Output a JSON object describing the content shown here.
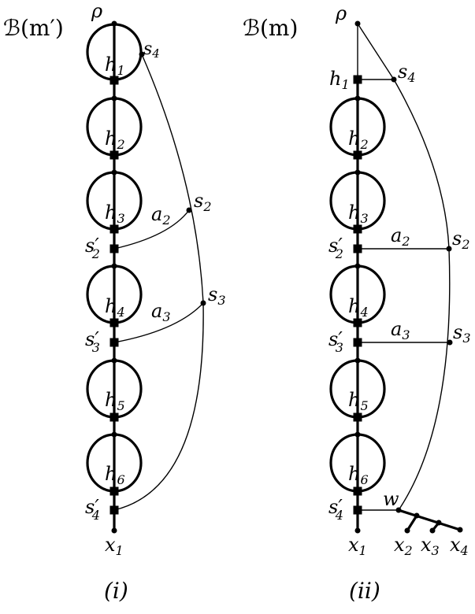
{
  "left": {
    "title": "ℬ(m′)",
    "caption": "(i)",
    "labels": {
      "rho": "ρ",
      "s4": "s",
      "s4_sub": "4",
      "h1": "h",
      "h1_sub": "1",
      "h2": "h",
      "h2_sub": "2",
      "h3": "h",
      "h3_sub": "3",
      "h4": "h",
      "h4_sub": "4",
      "h5": "h",
      "h5_sub": "5",
      "h6": "h",
      "h6_sub": "6",
      "a2": "a",
      "a2_sub": "2",
      "a3": "a",
      "a3_sub": "3",
      "s2": "s",
      "s2_sub": "2",
      "s3": "s",
      "s3_sub": "3",
      "s2p": "s′",
      "s2p_sub": "2",
      "s3p": "s′",
      "s3p_sub": "3",
      "s4p": "s′",
      "s4p_sub": "4",
      "x1": "x",
      "x1_sub": "1"
    }
  },
  "right": {
    "title": "ℬ(m)",
    "caption": "(ii)",
    "labels": {
      "rho": "ρ",
      "s4": "s",
      "s4_sub": "4",
      "h1": "h",
      "h1_sub": "1",
      "h2": "h",
      "h2_sub": "2",
      "h3": "h",
      "h3_sub": "3",
      "h4": "h",
      "h4_sub": "4",
      "h5": "h",
      "h5_sub": "5",
      "h6": "h",
      "h6_sub": "6",
      "a2": "a",
      "a2_sub": "2",
      "a3": "a",
      "a3_sub": "3",
      "s2": "s",
      "s2_sub": "2",
      "s3": "s",
      "s3_sub": "3",
      "s2p": "s′",
      "s2p_sub": "2",
      "s3p": "s′",
      "s3p_sub": "3",
      "s4p": "s′",
      "s4p_sub": "4",
      "w": "w",
      "x1": "x",
      "x1_sub": "1",
      "x2": "x",
      "x2_sub": "2",
      "x3": "x",
      "x3_sub": "3",
      "x4": "x",
      "x4_sub": "4"
    }
  }
}
